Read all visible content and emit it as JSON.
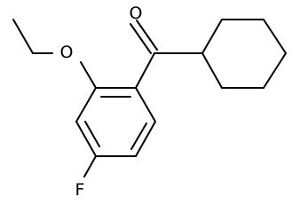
{
  "molecule": {
    "atoms": {
      "oxygen_carbonyl": "O",
      "oxygen_ether": "O",
      "fluorine": "F"
    }
  }
}
